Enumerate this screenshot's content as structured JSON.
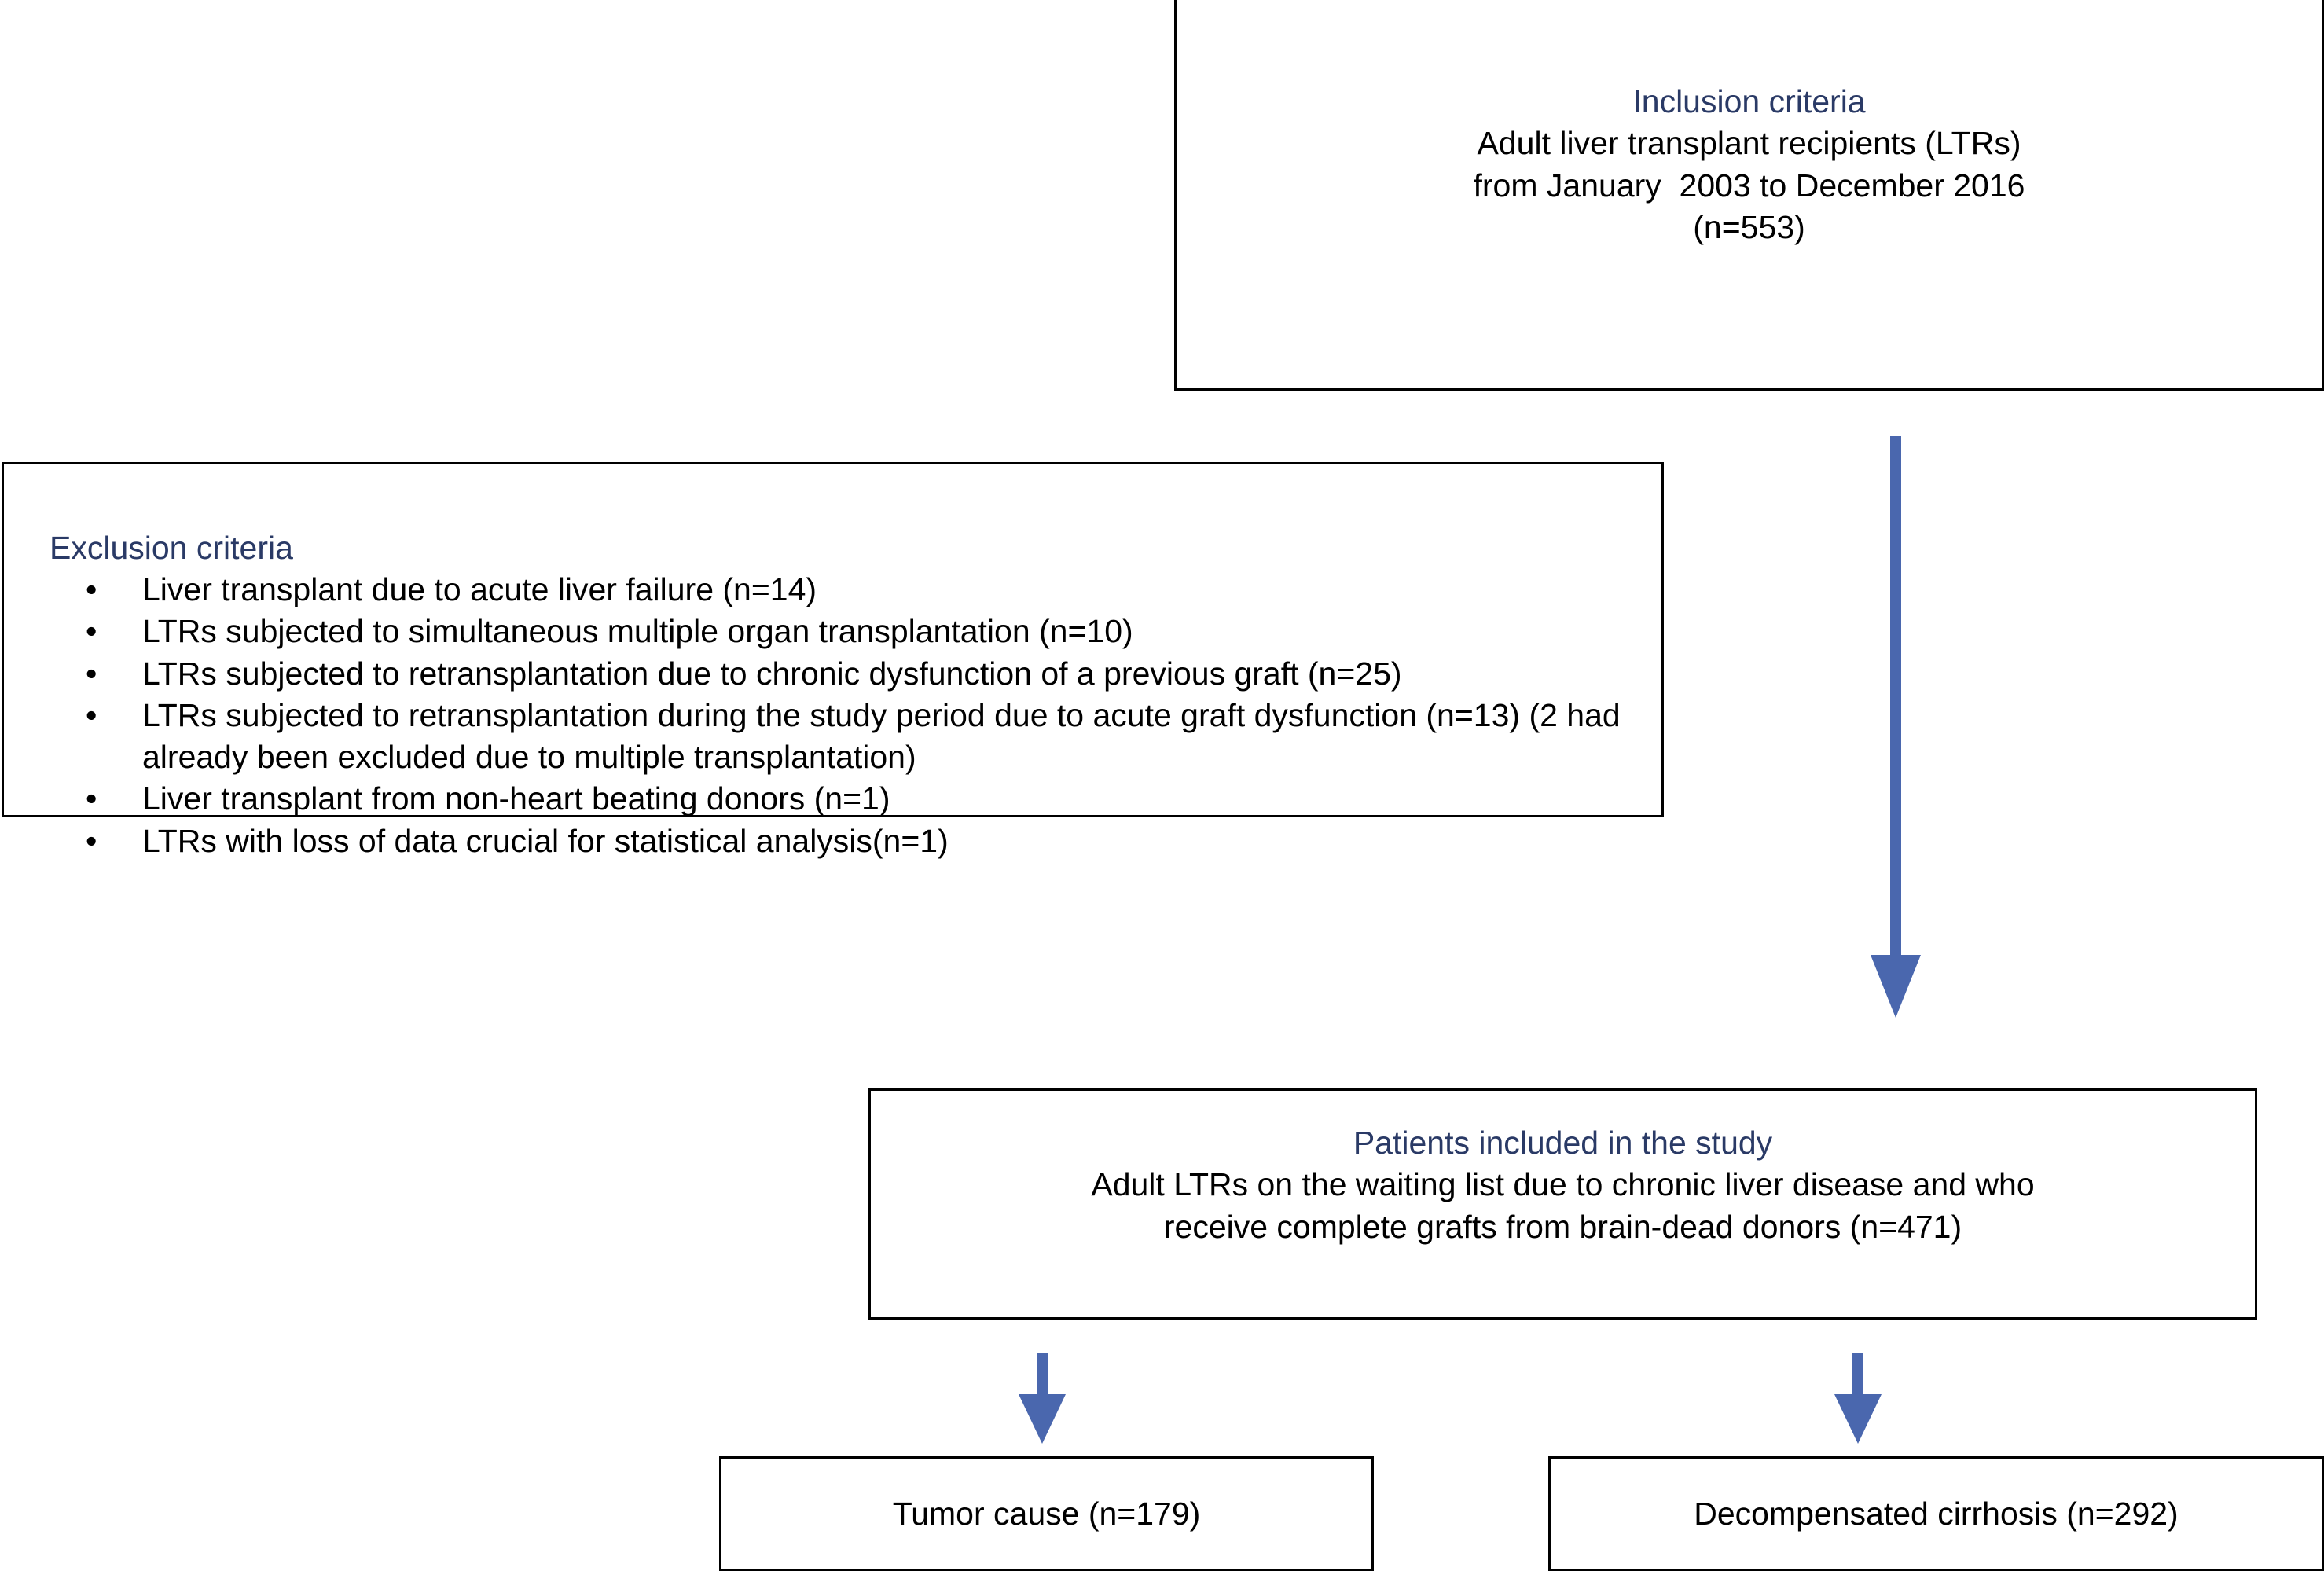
{
  "colors": {
    "heading": "#2A3A66",
    "body": "#000000",
    "arrow": "#4A67AE",
    "box_border": "#000000",
    "background": "#FFFFFF"
  },
  "inclusion": {
    "heading": "Inclusion criteria",
    "line1": "Adult liver transplant recipients (LTRs)",
    "line2": "from January  2003 to December 2016",
    "line3": "(n=553)"
  },
  "exclusion": {
    "heading": "Exclusion criteria",
    "bullet_glyph": "•",
    "items": [
      "Liver transplant due to acute liver failure (n=14)",
      "LTRs subjected to simultaneous multiple organ transplantation (n=10)",
      "LTRs subjected to retransplantation due to chronic dysfunction of a previous graft (n=25)",
      "LTRs subjected to retransplantation during the study period due to acute graft dysfunction (n=13) (2 had already been excluded due to multiple transplantation)",
      "Liver transplant from non-heart beating donors (n=1)",
      "LTRs with loss of data crucial for statistical analysis(n=1)"
    ]
  },
  "included": {
    "heading": "Patients included in the study",
    "line1": "Adult LTRs on the waiting list due to chronic liver disease and who",
    "line2": "receive complete grafts from brain-dead donors (n=471)"
  },
  "outcomes": {
    "tumor": "Tumor cause (n=179)",
    "cirrhosis": "Decompensated cirrhosis (n=292)"
  }
}
